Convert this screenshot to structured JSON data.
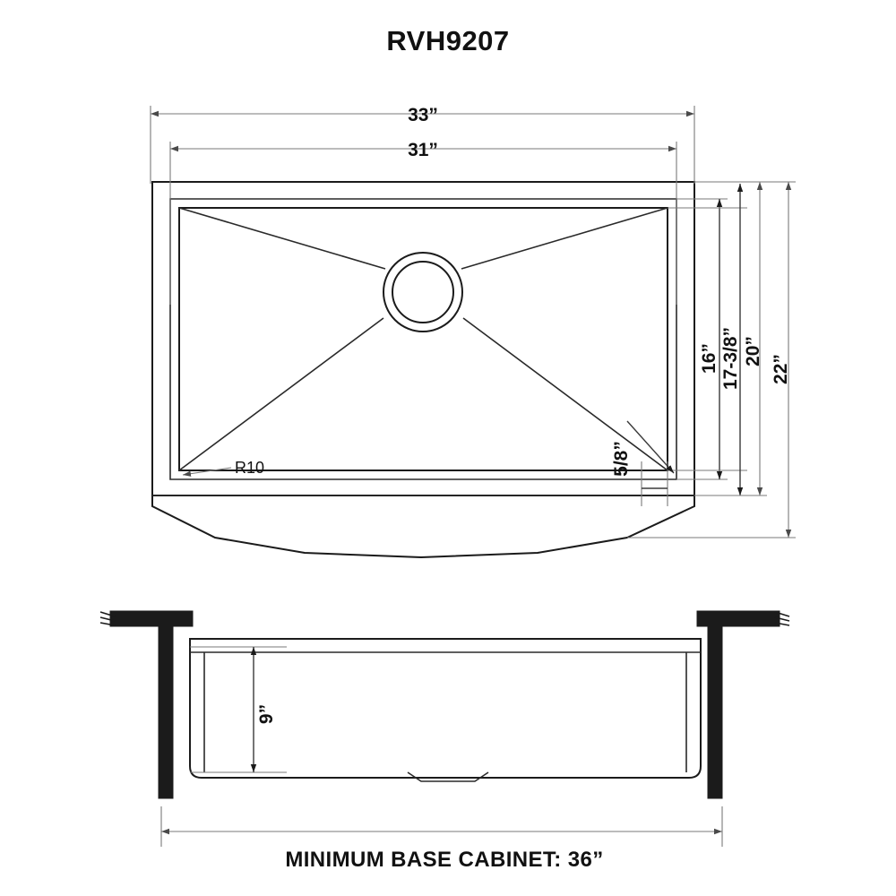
{
  "title": "RVH9207",
  "top_view": {
    "dimensions": {
      "width_outer": "33”",
      "width_inner": "31”",
      "height_16": "16”",
      "height_17_3_8": "17-3/8”",
      "height_20": "20”",
      "height_22": "22”",
      "corner_radius": "R10",
      "rim_thickness": "5/8”"
    }
  },
  "front_view": {
    "dimensions": {
      "depth": "9”"
    },
    "caption": "MINIMUM BASE CABINET: 36”"
  },
  "colors": {
    "object_line": "#1b1b1b",
    "dimension_line": "#7a7a7a",
    "solid_fill": "#1b1b1b",
    "background": "#ffffff",
    "text": "#111111"
  }
}
